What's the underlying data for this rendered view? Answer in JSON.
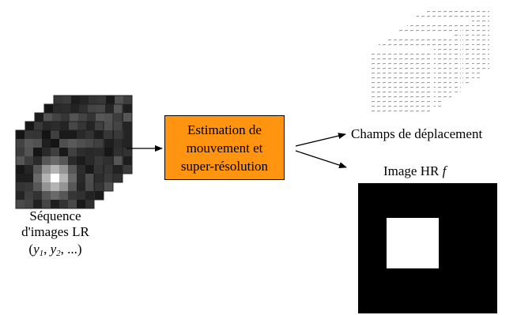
{
  "lr_sequence": {
    "label_line1": "Séquence",
    "label_line2": "d'images LR",
    "label_line3_open": "(",
    "var_y": "y",
    "sub_1": "1",
    "sep": ", ",
    "sub_2": "2",
    "tail": ", ...)"
  },
  "process": {
    "line1": "Estimation de",
    "line2": "mouvement et",
    "line3": "super-résolution",
    "fill": "#ff9411"
  },
  "outputs": {
    "displacement_label": "Champs de déplacement",
    "hr_label": "Image HR ",
    "hr_var": "f"
  }
}
